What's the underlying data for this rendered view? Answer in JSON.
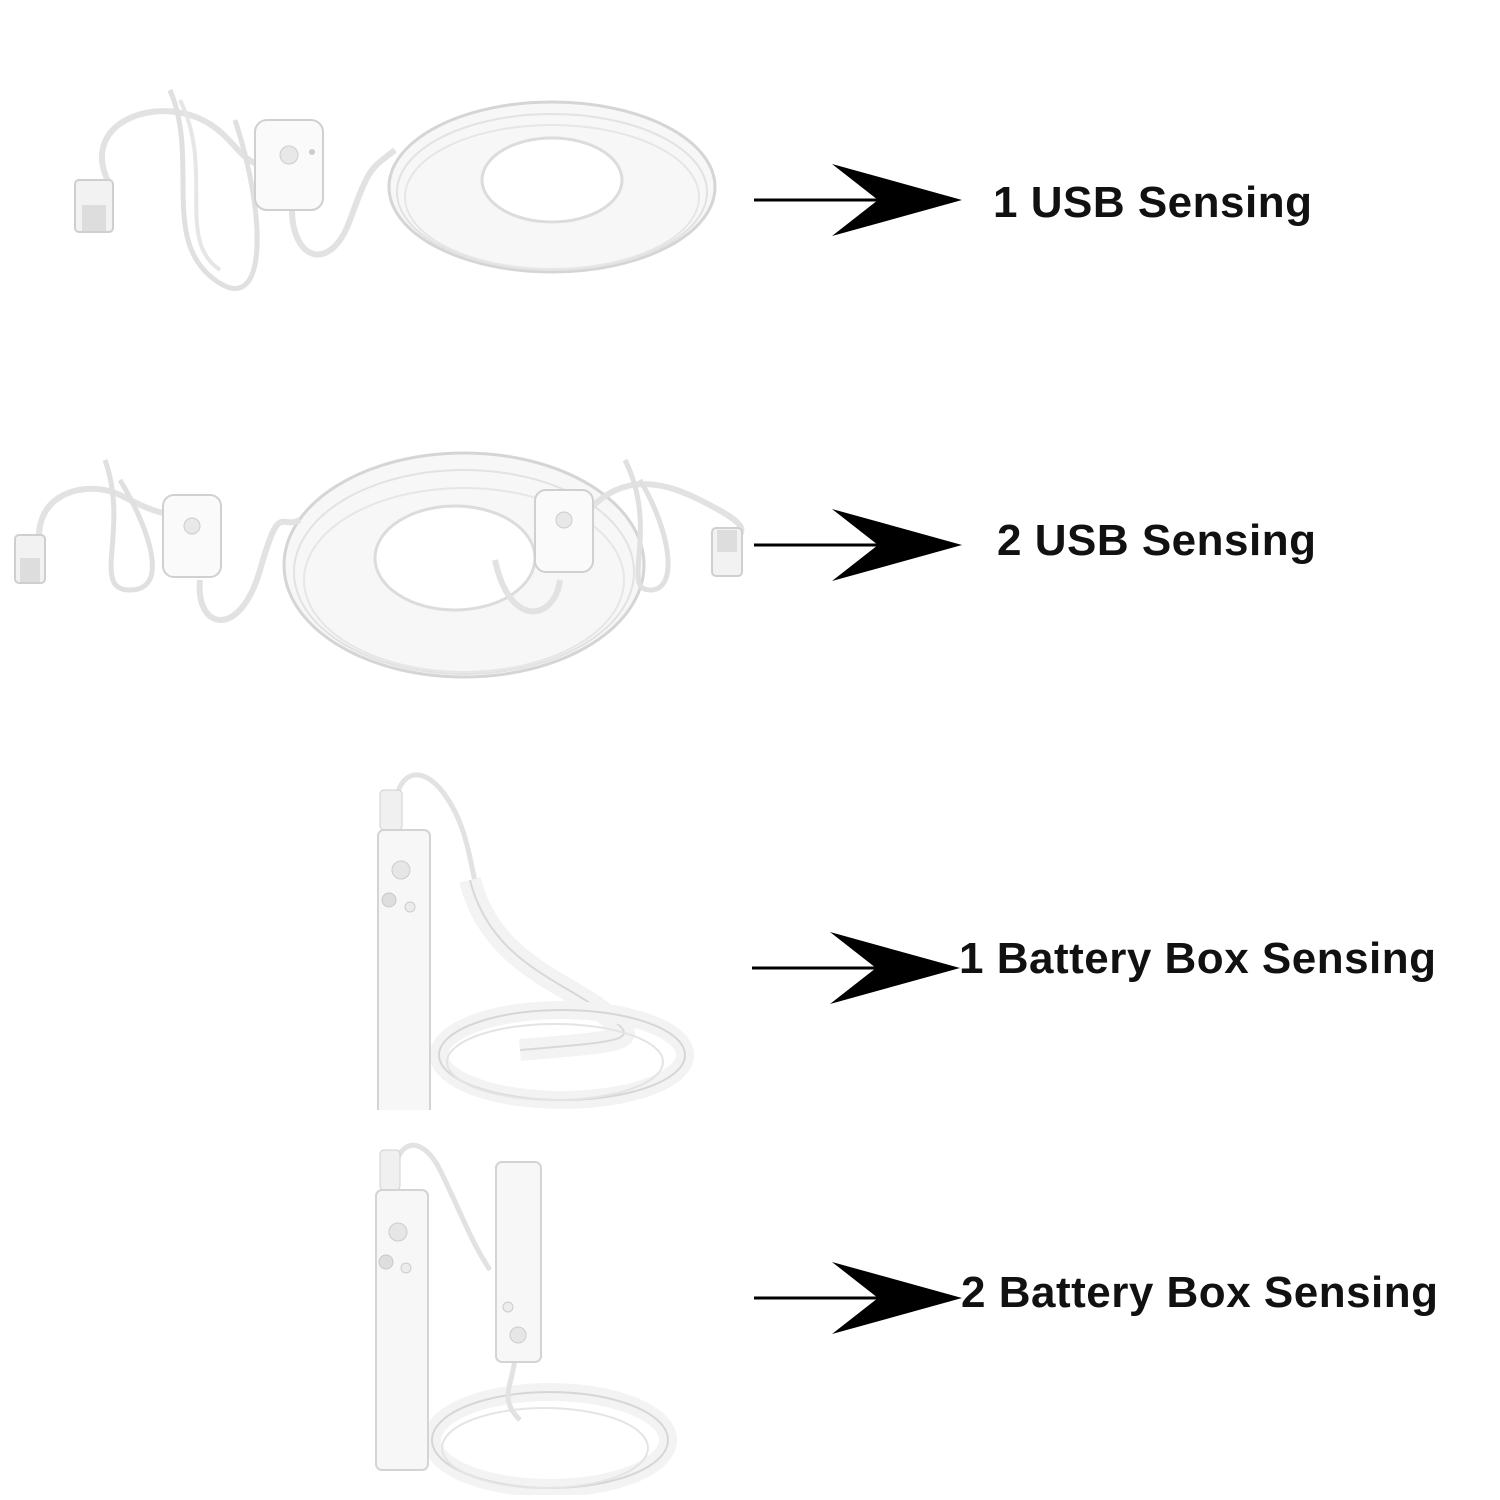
{
  "options": [
    {
      "label": "1 USB Sensing"
    },
    {
      "label": "2 USB Sensing"
    },
    {
      "label": "1 Battery Box Sensing"
    },
    {
      "label": "2 Battery Box Sensing"
    }
  ],
  "colors": {
    "background": "#ffffff",
    "text": "#111111",
    "arrow": "#000000",
    "strip": "#f4f4f4",
    "strip_edge": "#d8d8d8"
  }
}
